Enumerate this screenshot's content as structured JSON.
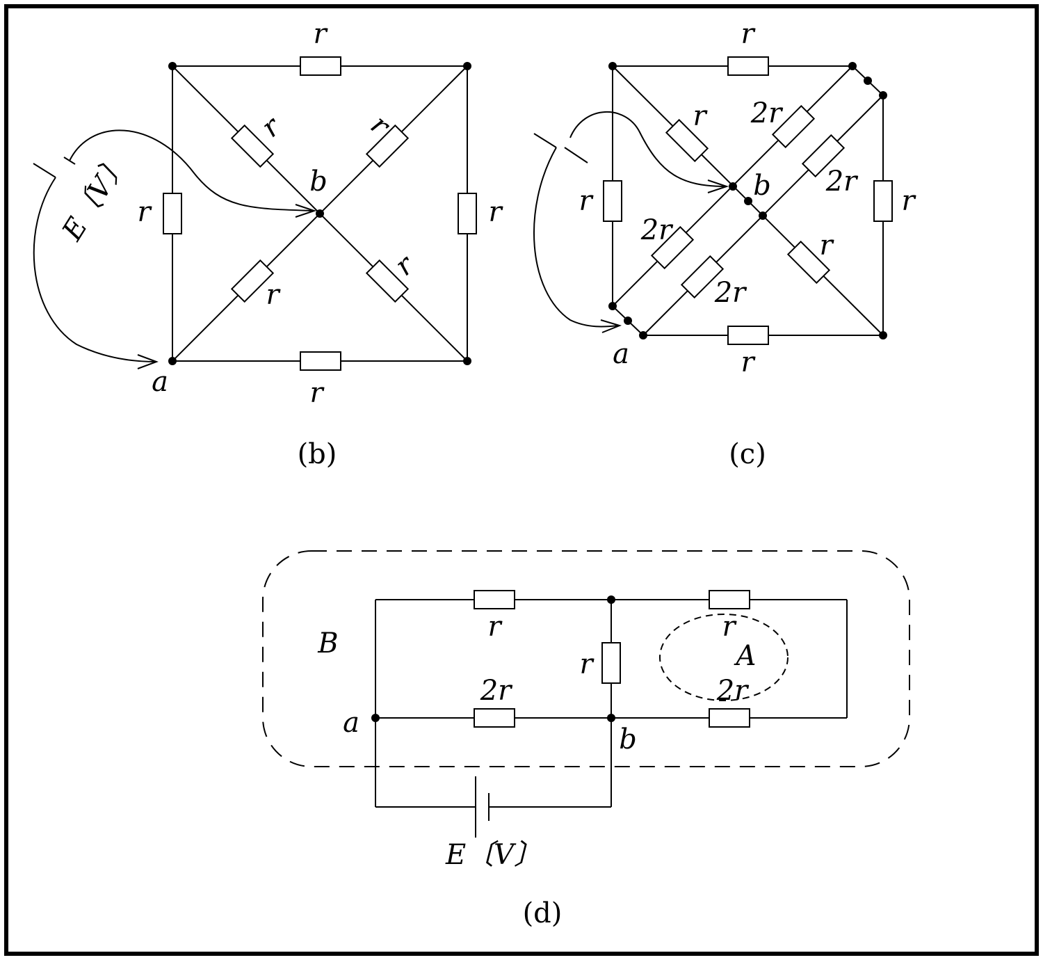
{
  "figure_b": {
    "caption": "(b)",
    "resistor_label": "r",
    "node_a": "a",
    "node_b": "b",
    "source": "E〔V〕"
  },
  "figure_c": {
    "caption": "(c)",
    "r": "r",
    "two_r": "2r",
    "node_a": "a",
    "node_b": "b"
  },
  "figure_d": {
    "caption": "(d)",
    "r": "r",
    "two_r": "2r",
    "node_a": "a",
    "node_b": "b",
    "region_A": "A",
    "region_B": "B",
    "source": "E〔V〕"
  }
}
